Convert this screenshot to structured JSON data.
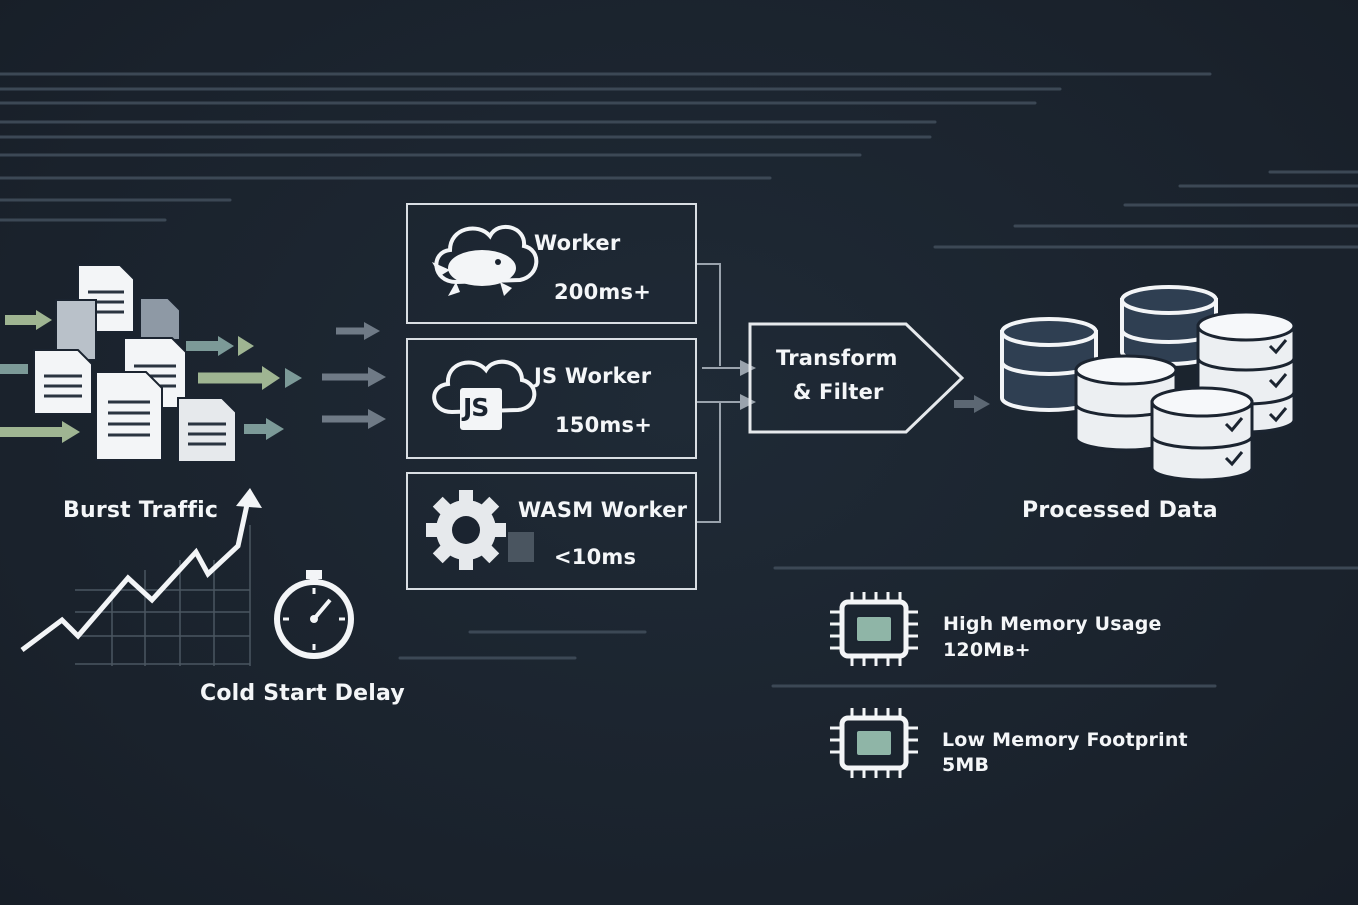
{
  "nodes": {
    "burst_traffic": "Burst Traffic",
    "cold_start": "Cold Start Delay",
    "processed": "Processed Data",
    "transform_line1": "Transform",
    "transform_line2": "& Filter"
  },
  "workers": [
    {
      "name": "Worker",
      "latency": "200ms+"
    },
    {
      "name": "JS Worker",
      "latency": "150ms+"
    },
    {
      "name": "WASM Worker",
      "latency": "<10ms"
    }
  ],
  "memory": [
    {
      "label": "High Memory Usage",
      "value": "120Mʙ+"
    },
    {
      "label": "Low Memory Footprint",
      "value": "5MB"
    }
  ],
  "icons": {
    "js_badge": "JS"
  },
  "colors": {
    "background": "#1b2430",
    "stroke": "#d9dee3",
    "accent_green": "#9fb592",
    "accent_teal": "#7c9a98",
    "chip_fill": "#8fb5a7",
    "db_dark": "#2f3f52"
  }
}
